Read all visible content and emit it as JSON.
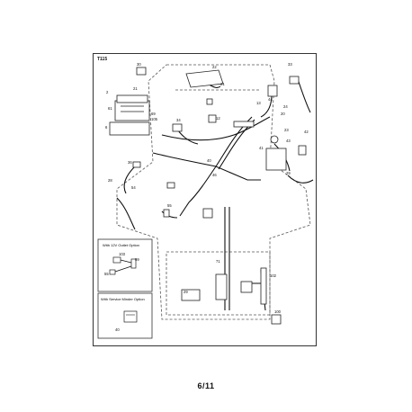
{
  "diagram_code": "T115",
  "page_number": "6/11",
  "insets": {
    "outlet": {
      "title": "With 12V Outlet Option",
      "labels": [
        "103",
        "55",
        "99"
      ]
    },
    "service": {
      "title": "With Service Minder Option",
      "labels": [
        "40"
      ]
    }
  },
  "callouts": [
    "30",
    "22",
    "21",
    "33",
    "2",
    "21",
    "61",
    "69",
    "105",
    "6",
    "34",
    "12",
    "44",
    "13",
    "24",
    "20",
    "43",
    "42",
    "41",
    "23",
    "36",
    "40",
    "46",
    "28",
    "29",
    "54",
    "55",
    "71",
    "29",
    "102",
    "100"
  ]
}
